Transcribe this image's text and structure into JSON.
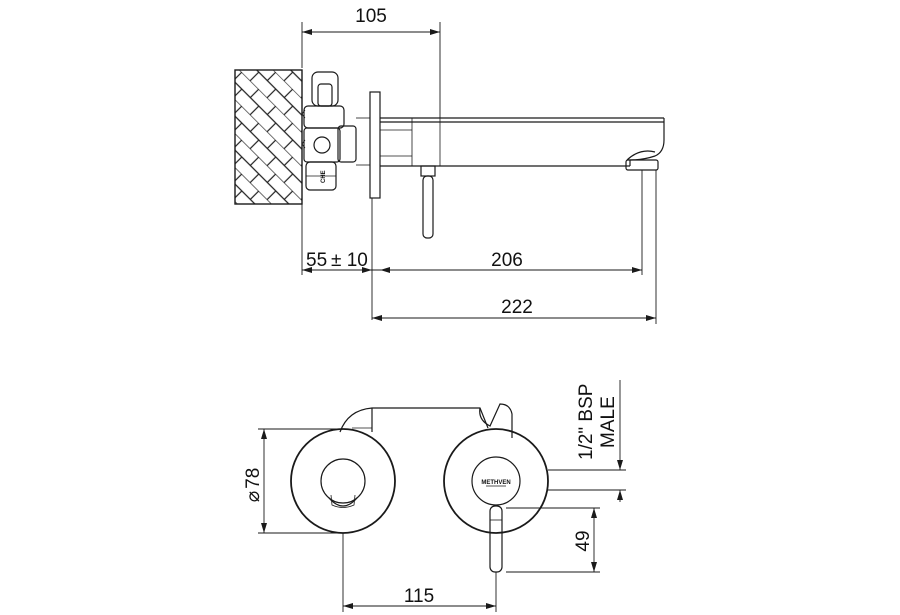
{
  "dimensions": {
    "top_width": "105",
    "wall_gap": "55",
    "wall_gap_tolerance": "± 10",
    "spout_projection": "206",
    "total_length": "222",
    "plate_diameter_symbol": "⌀",
    "plate_diameter": "78",
    "center_spacing": "115",
    "thread_line1": "1/2\" BSP",
    "thread_line2": "MALE",
    "lever_offset": "49"
  },
  "labels": {
    "brand": "METHVEN",
    "valve_mark": "CHE"
  }
}
